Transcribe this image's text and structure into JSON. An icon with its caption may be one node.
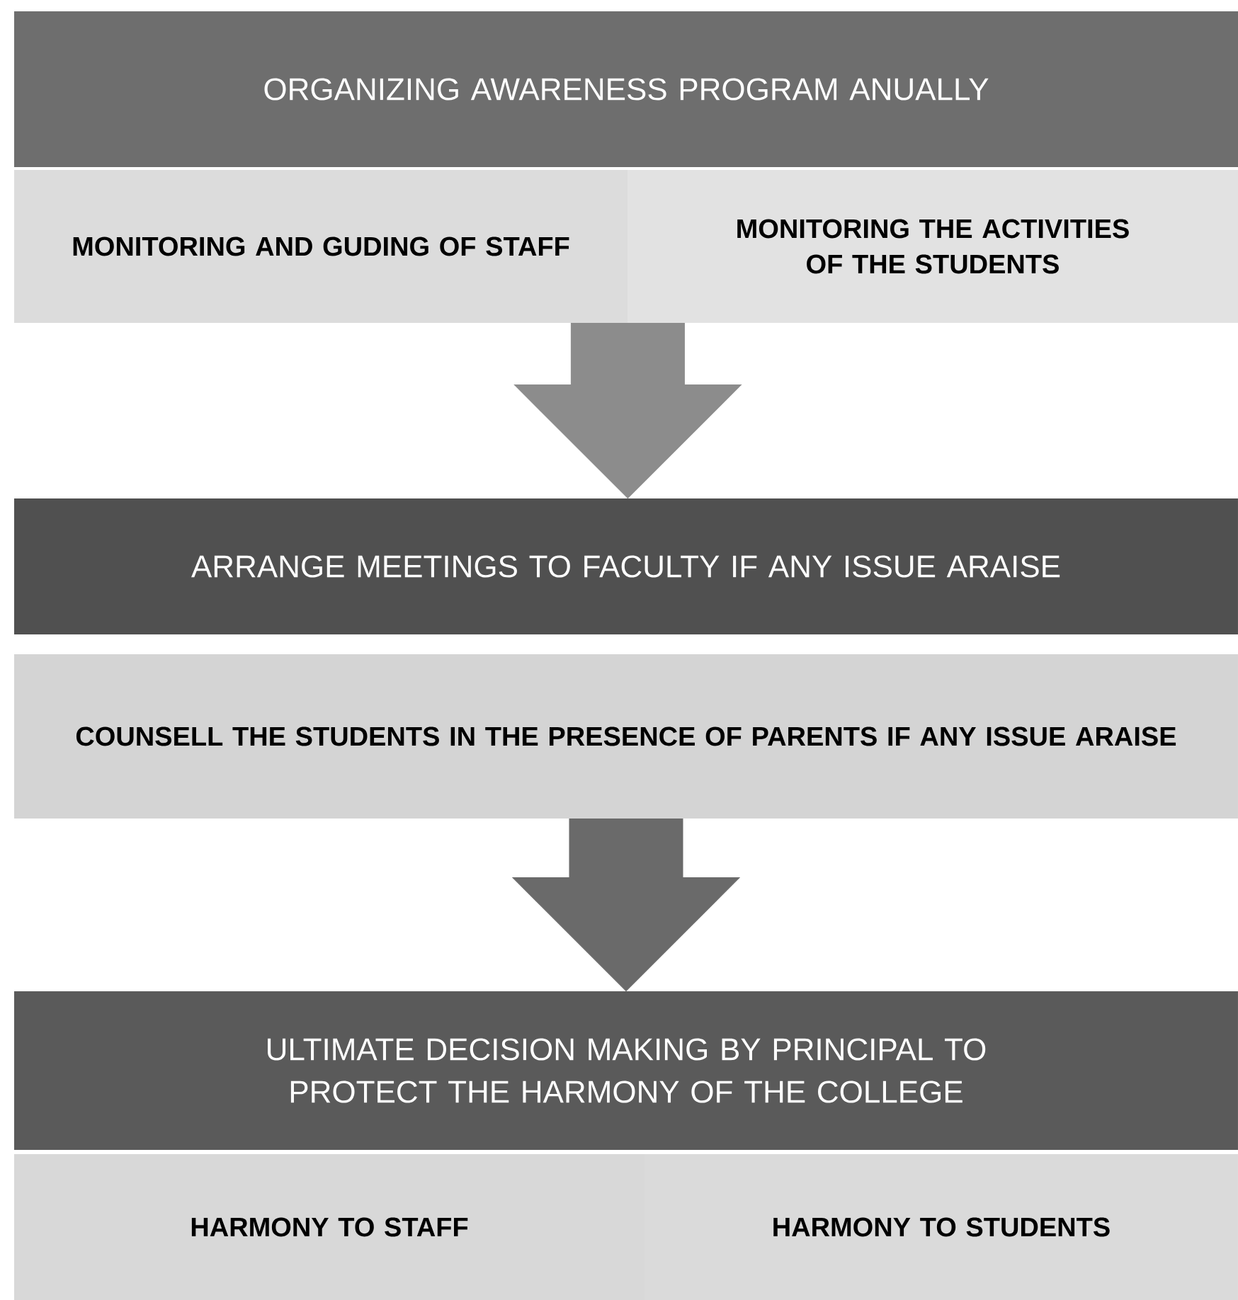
{
  "diagram": {
    "nodes": [
      {
        "text": [
          "ORGANIZING AWARENESS PROGRAM ANUALLY"
        ]
      },
      {
        "text": [
          "MONITORING AND GUDING OF STAFF"
        ]
      },
      {
        "text": [
          "MONITORING THE ACTIVITIES OF THE STUDENTS"
        ]
      },
      {
        "text": [
          "ARRANGE MEETINGS TO FACULTY IF ANY ISSUE ARAISE"
        ]
      },
      {
        "text": [
          "COUNSELL THE STUDENTS IN THE PRESENCE OF PARENTS IF ANY ISSUE ARAISE"
        ]
      },
      {
        "text": [
          "ULTIMATE DECISION MAKING BY PRINCIPAL TO PROTECT THE HARMONY OF THE COLLEGE"
        ]
      },
      {
        "text": [
          "HARMONY TO STAFF"
        ]
      },
      {
        "text": [
          "HARMONY TO STUDENTS"
        ]
      }
    ],
    "edges": [
      {
        "from": 1,
        "to": 3,
        "arrow": "to",
        "color": "#8c8c8c"
      },
      {
        "from": 4,
        "to": 5,
        "arrow": "to",
        "color": "#6a6a6a"
      }
    ]
  }
}
